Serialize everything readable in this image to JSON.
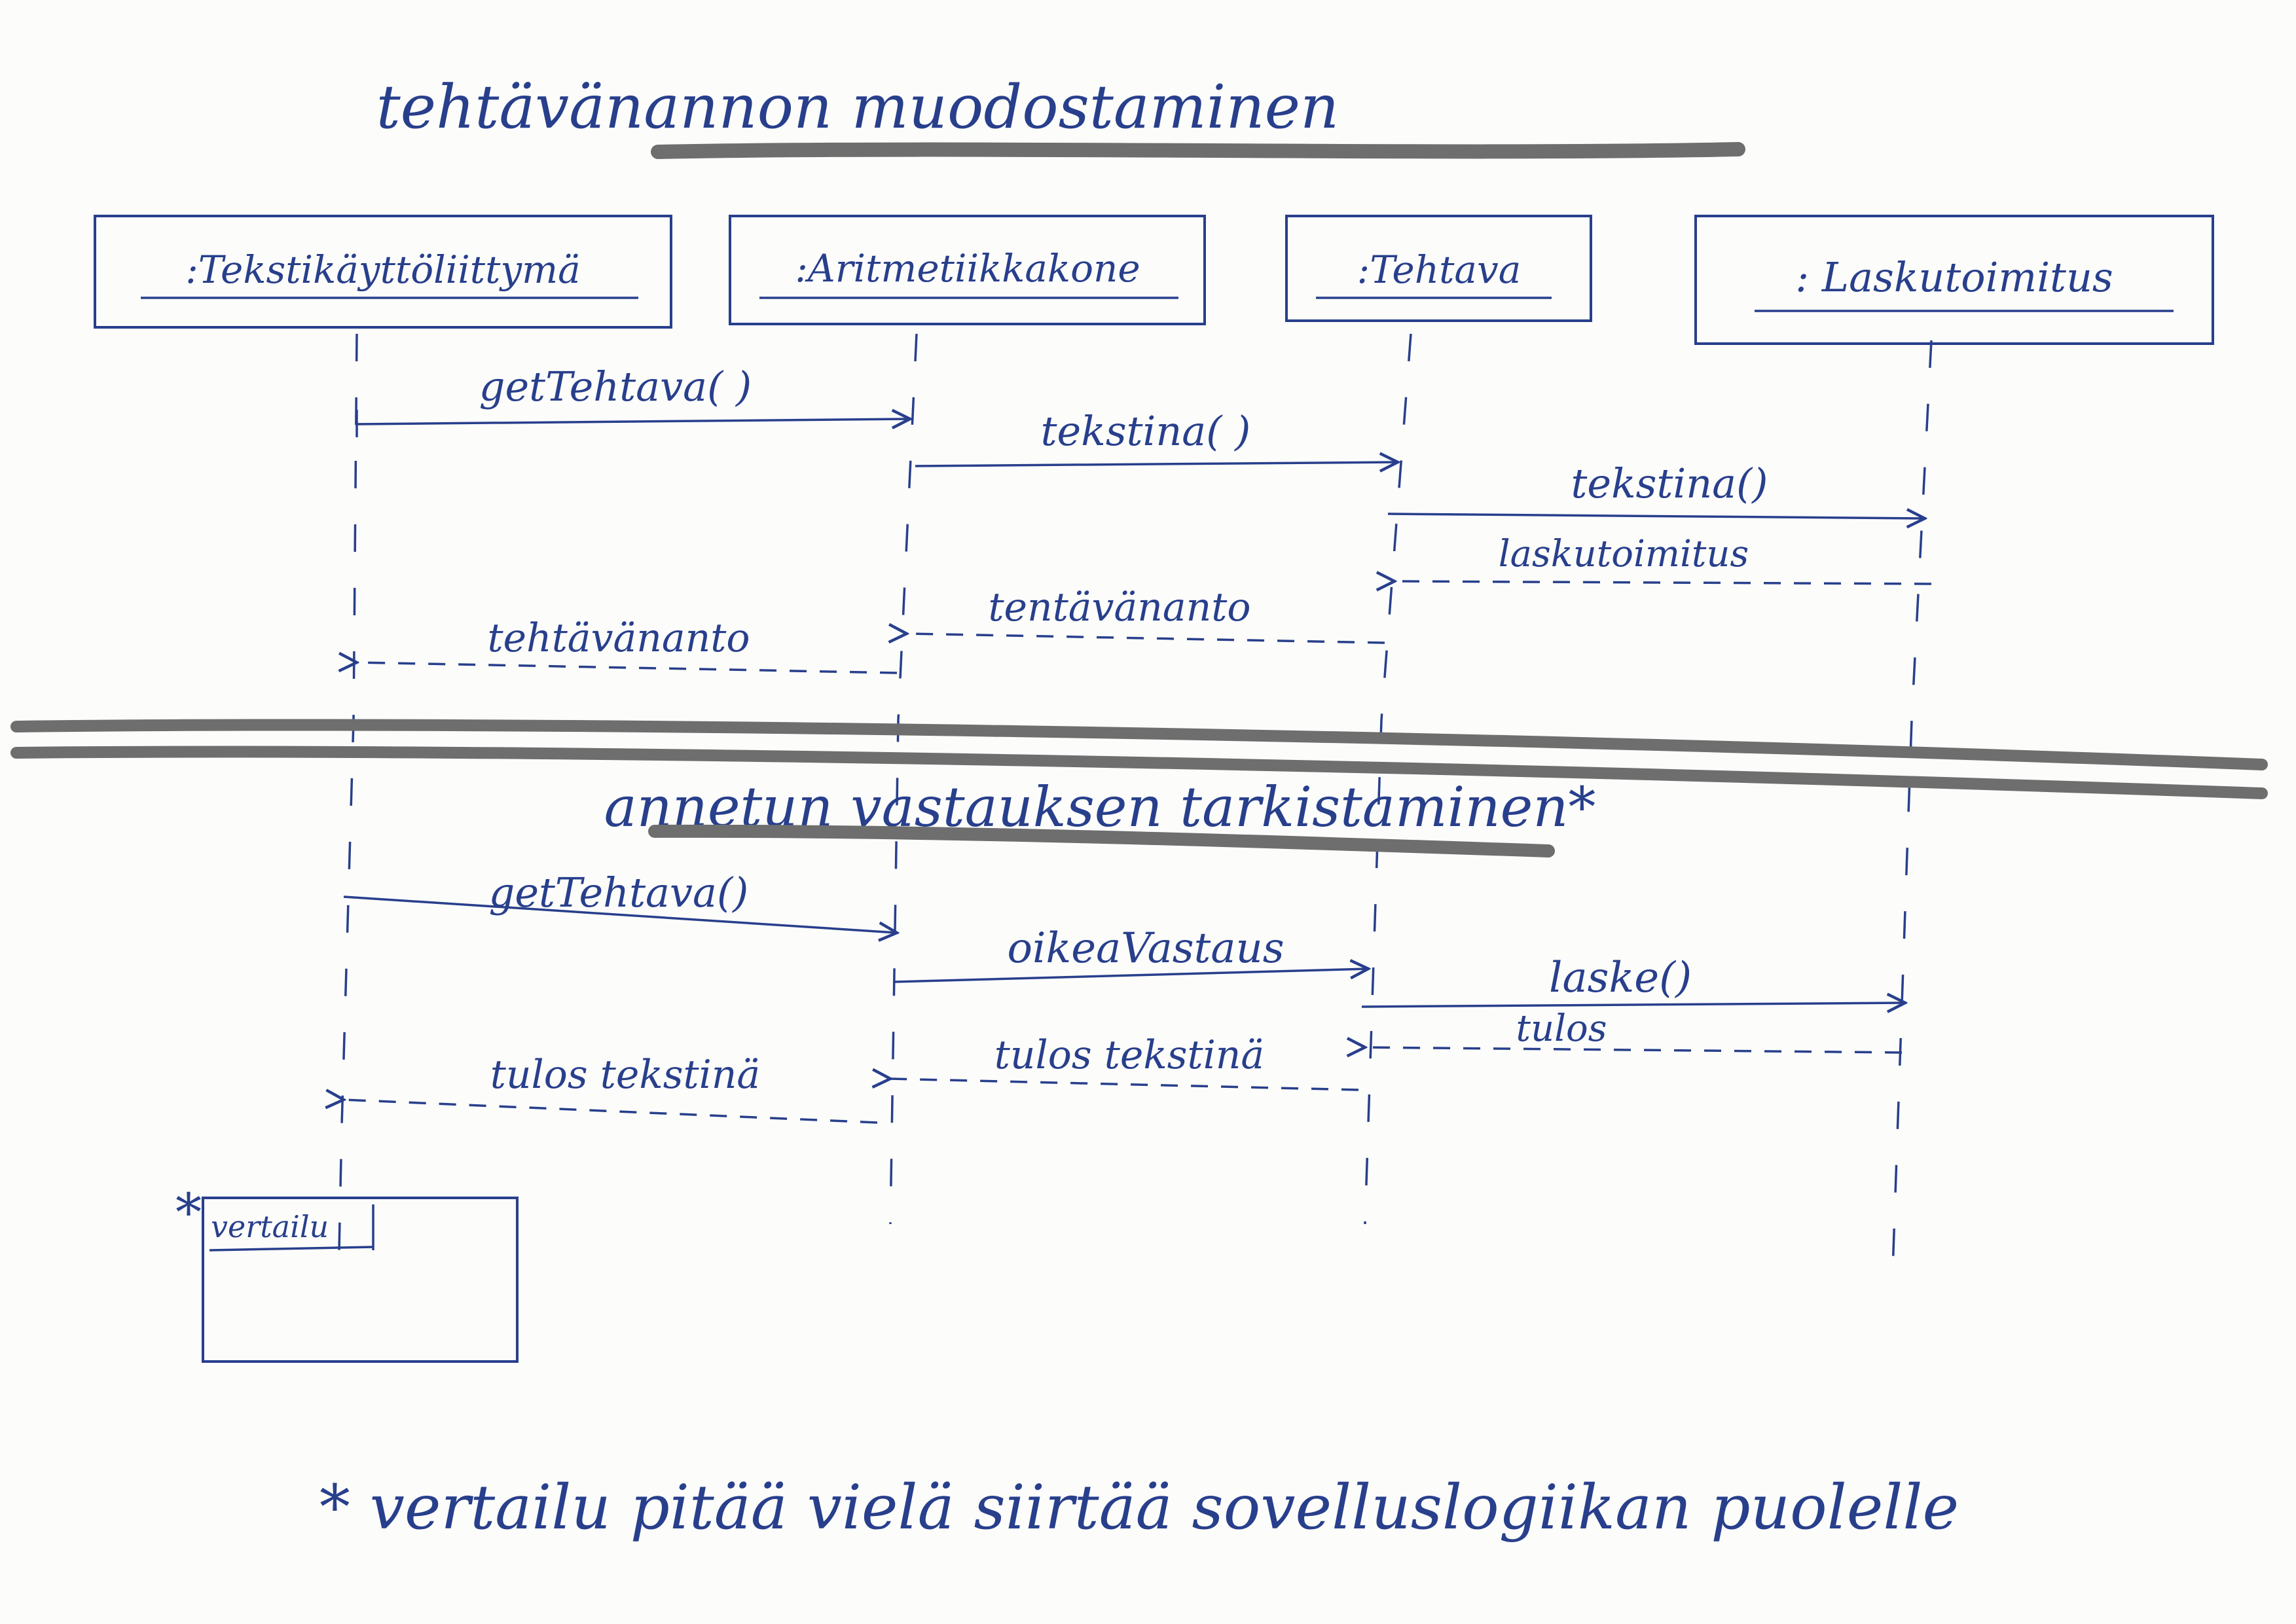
{
  "colors": {
    "ink": "#283f8c",
    "marker": "#6e6e6e",
    "paper": "#fcfcfa"
  },
  "section1": {
    "title": "tehtävänannon muodostaminen"
  },
  "section2": {
    "title": "annetun vastauksen tarkistaminen*"
  },
  "participants": [
    ":Tekstikäyttöliittymä",
    ":Aritmetiikkakone",
    ":Tehtava",
    ": Laskutoimitus"
  ],
  "messages1": {
    "m1": "getTehtava( )",
    "m2": "tekstina( )",
    "m3": "tekstina()",
    "r1": "laskutoimitus",
    "r2": "tentävänanto",
    "r3": "tehtävänanto"
  },
  "messages2": {
    "m1": "getTehtava()",
    "m2": "oikeaVastaus",
    "m3": "laske()",
    "r1": "tulos",
    "r2": "tulos tekstinä",
    "r3": "tulos tekstinä"
  },
  "note": {
    "star": "*",
    "label": "vertailu"
  },
  "footnote": "* vertailu pitää vielä siirtää sovelluslogiikan puolelle"
}
